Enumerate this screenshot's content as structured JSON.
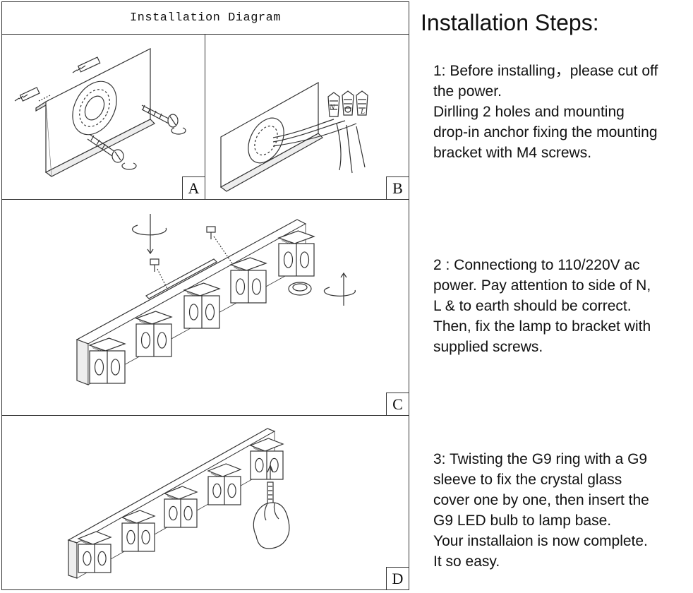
{
  "diagram": {
    "title": "Installation Diagram",
    "panels": [
      {
        "id": "a",
        "tag": "A"
      },
      {
        "id": "b",
        "tag": "B"
      },
      {
        "id": "c",
        "tag": "C"
      },
      {
        "id": "d",
        "tag": "D"
      }
    ],
    "wire_labels": {
      "neutral": "N",
      "live": "L"
    }
  },
  "steps": {
    "title": "Installation Steps:",
    "items": [
      {
        "lines": [
          "1: Before installing，please cut off",
          "the power.",
          "Dirlling 2 holes and mounting",
          "drop-in anchor fixing the mounting",
          "bracket with M4 screws."
        ]
      },
      {
        "lines": [
          "2 : Connectiong to 110/220V ac",
          "power. Pay attention to side of N,",
          "L & to earth should be correct.",
          "Then, fix the lamp to bracket with",
          "supplied screws."
        ]
      },
      {
        "lines": [
          "3: Twisting the G9 ring with a G9",
          "sleeve to fix the crystal glass",
          "cover one by one, then insert the",
          "G9 LED bulb to lamp base.",
          "Your installaion is now complete.",
          "It so easy."
        ]
      }
    ]
  }
}
